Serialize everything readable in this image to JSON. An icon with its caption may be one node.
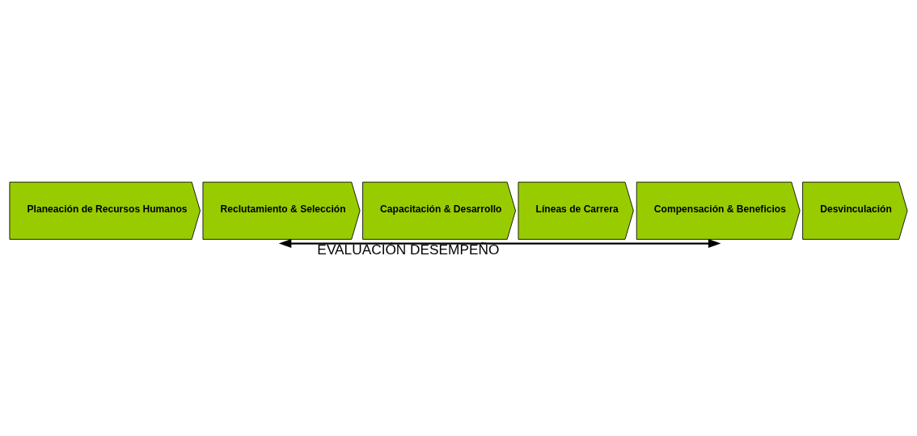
{
  "diagram": {
    "nodes": [
      {
        "text": [
          "Planeación de Recursos Humanos"
        ]
      },
      {
        "text": [
          "Reclutamiento & Selección"
        ]
      },
      {
        "text": [
          "Capacitación & Desarrollo"
        ]
      },
      {
        "text": [
          "Líneas de Carrera"
        ]
      },
      {
        "text": [
          "Compensación & Beneficios"
        ]
      },
      {
        "text": [
          "Desvinculación"
        ]
      }
    ],
    "edges": [
      {
        "from": 4,
        "to": 1,
        "arrow": "both",
        "label": "EVALUACIÓN DESEMPEÑO"
      }
    ]
  }
}
